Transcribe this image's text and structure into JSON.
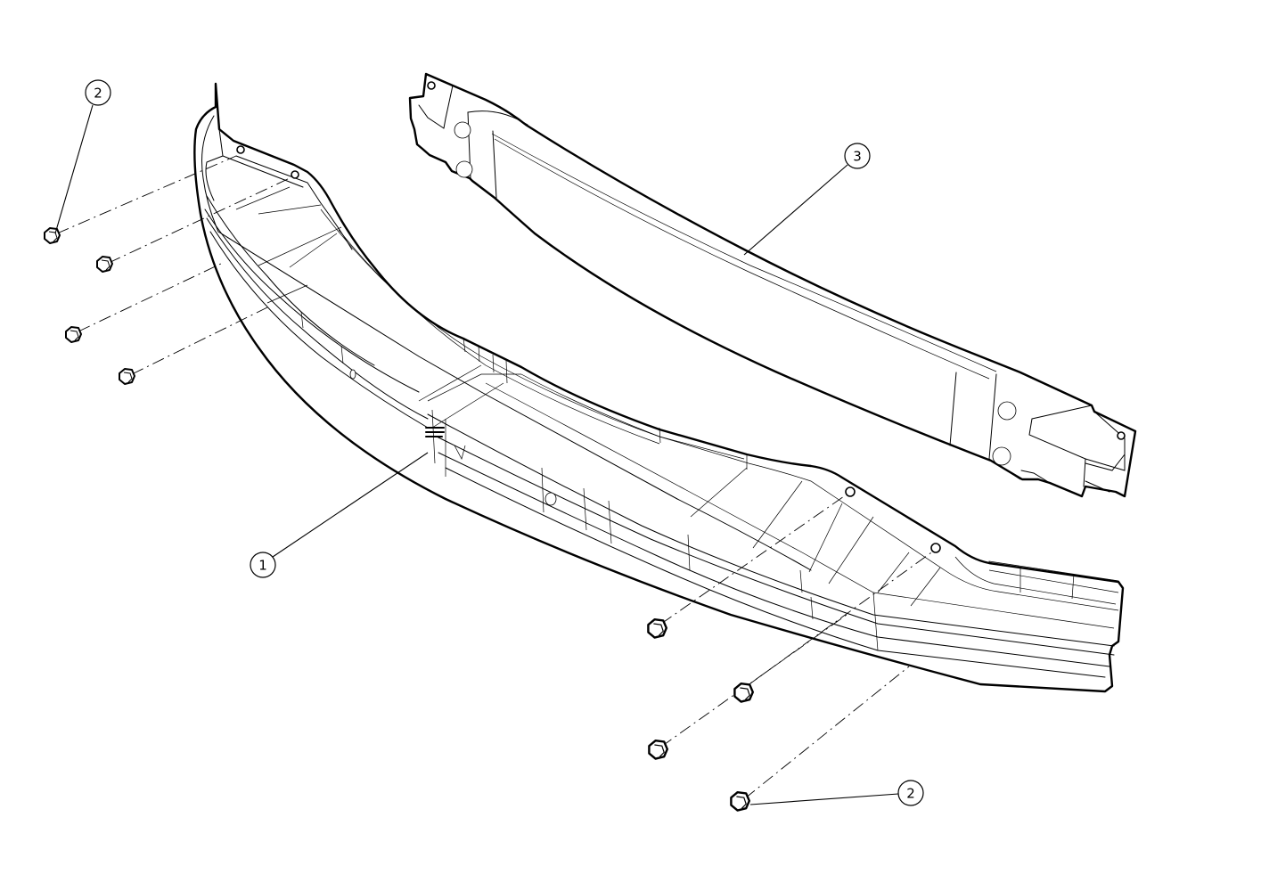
{
  "callouts": {
    "bumper_beam": "1",
    "nut_upper": "2",
    "nut_lower": "2",
    "reinforcement": "3"
  },
  "parts": [
    {
      "id": "1",
      "name": "bumper-beam"
    },
    {
      "id": "2",
      "name": "nut",
      "quantity_shown": 8
    },
    {
      "id": "3",
      "name": "reinforcement-bar"
    }
  ]
}
